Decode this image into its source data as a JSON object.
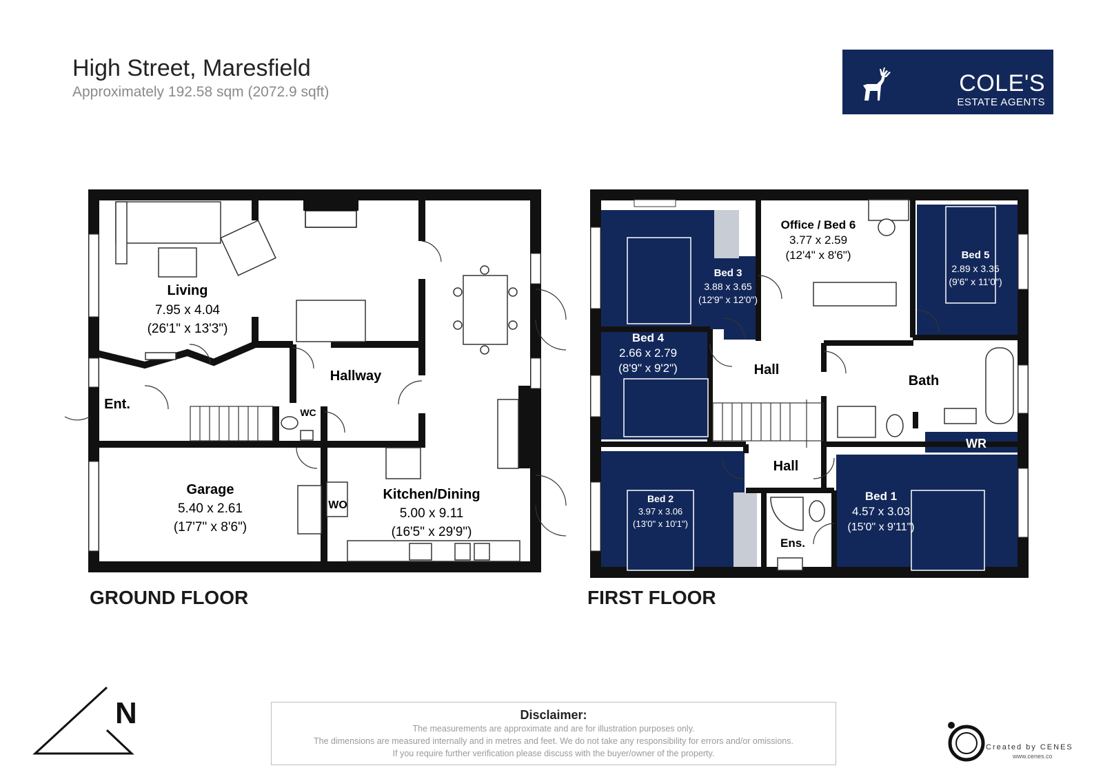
{
  "header": {
    "title": "High Street, Maresfield",
    "subtitle": "Approximately 192.58 sqm (2072.9 sqft)"
  },
  "logo": {
    "brand": "COLE'S",
    "sub": "ESTATE AGENTS",
    "color": "#13285a"
  },
  "floors": {
    "ground": "GROUND FLOOR",
    "first": "FIRST FLOOR"
  },
  "rooms": {
    "living": {
      "name": "Living",
      "metric": "7.95 x 4.04",
      "imperial": "(26'1\" x 13'3\")"
    },
    "hallway": {
      "name": "Hallway"
    },
    "ent": {
      "name": "Ent."
    },
    "wc": {
      "name": "WC"
    },
    "garage": {
      "name": "Garage",
      "metric": "5.40 x 2.61",
      "imperial": "(17'7\" x 8'6\")"
    },
    "wo": {
      "name": "WO"
    },
    "kitchen": {
      "name": "Kitchen/Dining",
      "metric": "5.00 x 9.11",
      "imperial": "(16'5\" x 29'9\")"
    },
    "bed3": {
      "name": "Bed 3",
      "metric": "3.88 x 3.65",
      "imperial": "(12'9\" x 12'0\")"
    },
    "office": {
      "name": "Office / Bed 6",
      "metric": "3.77 x 2.59",
      "imperial": "(12'4\" x 8'6\")"
    },
    "bed5": {
      "name": "Bed 5",
      "metric": "2.89 x 3.35",
      "imperial": "(9'6\" x 11'0\")"
    },
    "bed4": {
      "name": "Bed 4",
      "metric": "2.66 x 2.79",
      "imperial": "(8'9\" x 9'2\")"
    },
    "hall_upper": {
      "name": "Hall"
    },
    "bath": {
      "name": "Bath"
    },
    "wr": {
      "name": "WR"
    },
    "hall_lower": {
      "name": "Hall"
    },
    "bed2": {
      "name": "Bed 2",
      "metric": "3.97 x 3.06",
      "imperial": "(13'0\" x 10'1\")"
    },
    "ens": {
      "name": "Ens."
    },
    "bed1": {
      "name": "Bed 1",
      "metric": "4.57 x 3.03",
      "imperial": "(15'0\" x 9'11\")"
    }
  },
  "north": {
    "label": "N"
  },
  "disclaimer": {
    "heading": "Disclaimer:",
    "line1": "The measurements are approximate and are for illustration purposes only.",
    "line2": "The dimensions are measured internally and in metres and feet. We do not take any responsibility for errors and/or omissions.",
    "line3": "If you require further verification please discuss with the buyer/owner of the property."
  },
  "credit": {
    "text": "Created by CENES",
    "url": "www.cenes.co"
  },
  "colors": {
    "wall": "#111111",
    "bedroom_fill": "#13285a",
    "accent_grey": "#c8ccd4"
  }
}
